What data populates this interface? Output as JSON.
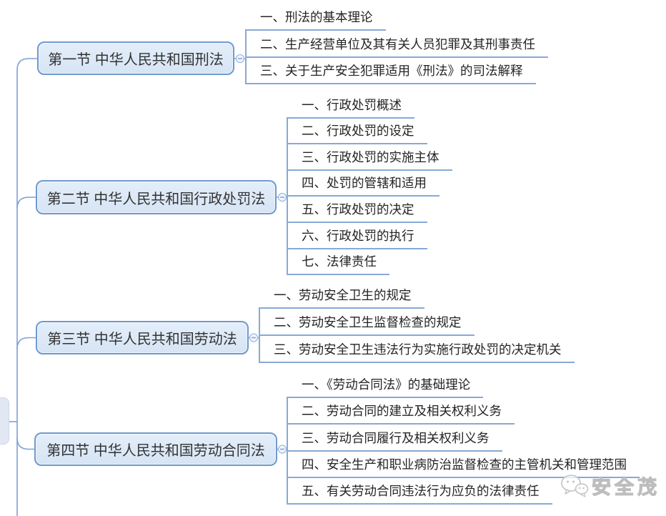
{
  "map": {
    "branches": [
      {
        "label": "第一节 中华人民共和国刑法",
        "children": [
          "一、刑法的基本理论",
          "二、生产经营单位及其有关人员犯罪及其刑事责任",
          "三、关于生产安全犯罪适用《刑法》的司法解释"
        ]
      },
      {
        "label": "第二节 中华人民共和国行政处罚法",
        "children": [
          "一、行政处罚概述",
          "二、行政处罚的设定",
          "三、行政处罚的实施主体",
          "四、处罚的管辖和适用",
          "五、行政处罚的决定",
          "六、行政处罚的执行",
          "七、法律责任"
        ]
      },
      {
        "label": "第三节 中华人民共和国劳动法",
        "children": [
          "一、劳动安全卫生的规定",
          "二、劳动安全卫生监督检查的规定",
          "三、劳动安全卫生违法行为实施行政处罚的决定机关"
        ]
      },
      {
        "label": "第四节 中华人民共和国劳动合同法",
        "children": [
          "一、《劳动合同法》的基础理论",
          "二、劳动合同的建立及相关权利义务",
          "三、劳动合同履行及相关权利义务",
          "四、安全生产和职业病防治监督检查的主管机关和管理范围",
          "五、有关劳动合同违法行为应负的法律责任"
        ]
      }
    ],
    "collapse_glyph": "−"
  },
  "watermark": {
    "text": "安全茂",
    "icon": "wechat-icon"
  },
  "colors": {
    "node_fill": "#d9e5f4",
    "node_border": "#6f9ace",
    "line": "#7ca2d3",
    "underline": "#87a9d6",
    "text": "#242424",
    "watermark": "#bdbdbd"
  }
}
